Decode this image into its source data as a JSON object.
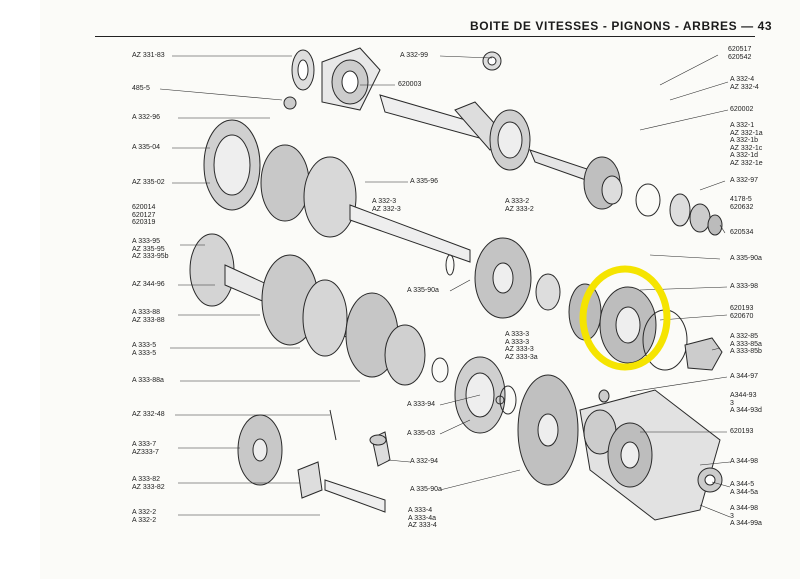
{
  "page": {
    "header": "BOITE DE VITESSES - PIGNONS - ARBRES — 43"
  },
  "labels_left": [
    "AZ 331-83",
    "485-5",
    "A 332-96",
    "A 335-04",
    "AZ 335-02",
    "620014\n620127\n620319",
    "A 333-95\nAZ 335-95\nAZ 333-95b",
    "AZ 344-96",
    "A 333-88\nAZ 333-88",
    "A 333-5\nA 333-5",
    "A 333-88a",
    "AZ 332-48",
    "A 333-7\nAZ333-7",
    "A 333-82\nAZ 333-82",
    "A 332-2\nA 332-2"
  ],
  "labels_center": [
    "A 332-99",
    "620003",
    "A 335-96",
    "A 332-3\nAZ 332-3",
    "A 333-2\nAZ 333-2",
    "A 335-90a",
    "A 333-3\nA 333-3\nAZ 333-3\nAZ 333-3a",
    "A 333-94",
    "A 335-03",
    "A 332-94",
    "A 335-90a",
    "A 333-4\nA 333-4a\nAZ 333-4"
  ],
  "labels_right": [
    "620517\n620542",
    "A 332-4\nAZ 332-4",
    "620002",
    "A 332-1\nAZ 332-1a\nA 332-1b\nAZ 332-1c\nA 332-1d\nAZ 332-1e",
    "A 332-97",
    "4178-5\n620632",
    "620534",
    "A 335-90a",
    "A 333-98",
    "620193\n620670",
    "A 332-85\nA 333-85a\nA 333-85b",
    "A 344-97",
    "A344-93\n3\nA 344-93d",
    "620193",
    "A 344-98",
    "A 344-5\nA 344-5a",
    "A 344-98\n3\nA 344-99a"
  ],
  "highlight": {
    "color": "#f5e400"
  }
}
